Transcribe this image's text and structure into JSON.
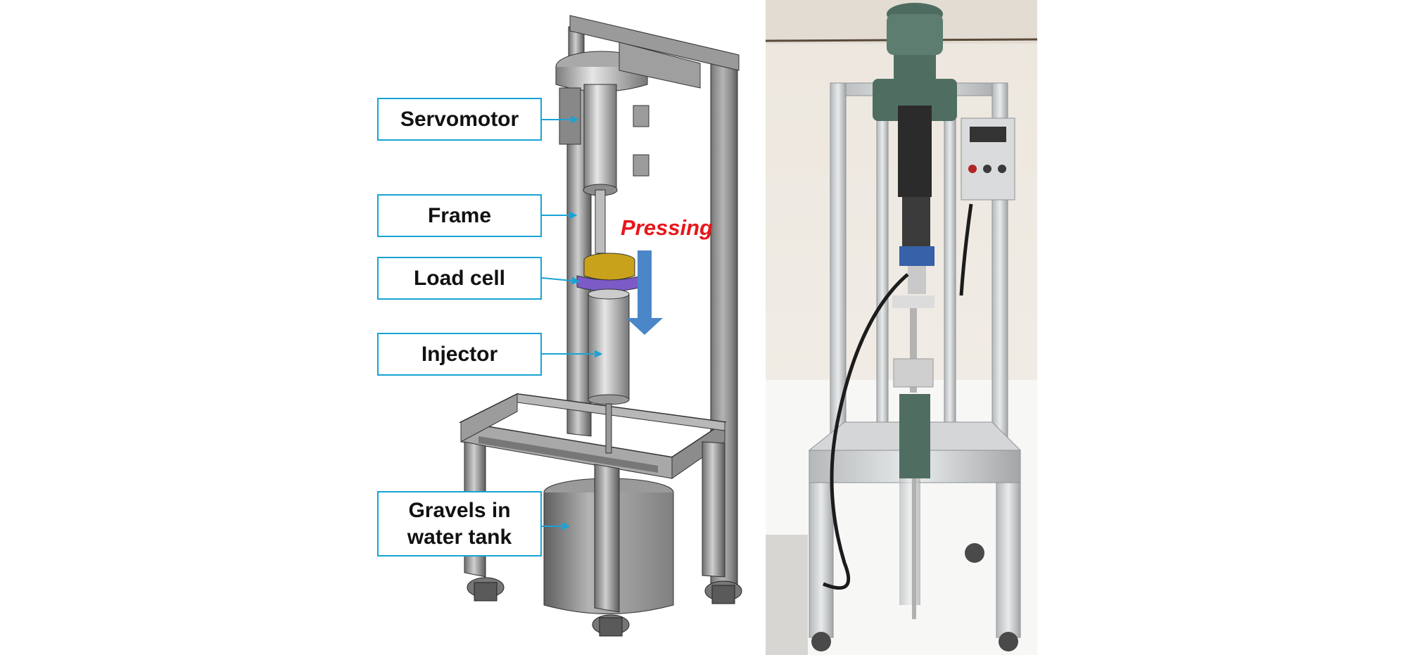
{
  "labels": {
    "servomotor": "Servomotor",
    "frame": "Frame",
    "load_cell": "Load cell",
    "injector": "Injector",
    "gravels": "Gravels in\nwater tank"
  },
  "annotation": {
    "pressing": "Pressing"
  },
  "colors": {
    "label_border": "#19a3d6",
    "pressing_text": "#e8161b",
    "arrow": "#4a86c8",
    "load_cell_top": "#c9a21c",
    "load_cell_bottom": "#7d5bc7"
  }
}
